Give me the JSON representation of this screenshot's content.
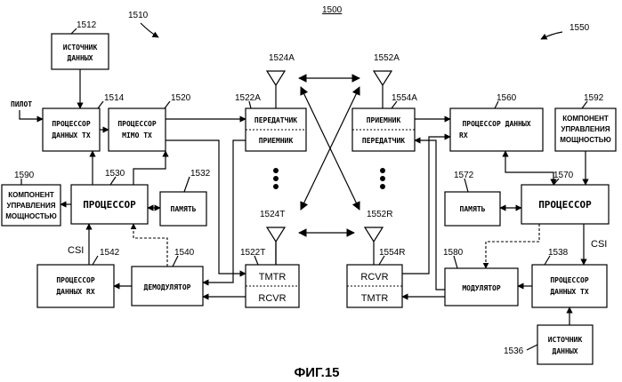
{
  "figure": {
    "system_ref": "1500",
    "left_station_ref": "1510",
    "right_station_ref": "1550",
    "caption": "ФИГ.15"
  },
  "left": {
    "data_source": {
      "ref": "1512",
      "line1": "ИСТОЧНИК",
      "line2": "ДАННЫХ"
    },
    "pilot_label": "ПИЛОТ",
    "tx_processor": {
      "ref": "1514",
      "line1": "ПРОЦЕССОР",
      "line2": "ДАННЫХ TX"
    },
    "mimo_processor": {
      "ref": "1520",
      "line1": "ПРОЦЕССОР",
      "line2": "MIMO TX"
    },
    "transceiver_1": {
      "ref": "1522A",
      "tx": "ПЕРЕДАТЧИК",
      "rx": "ПРИЕМНИК"
    },
    "antenna_1": "1524A",
    "processor": {
      "ref": "1530",
      "label": "ПРОЦЕССОР"
    },
    "memory": {
      "ref": "1532",
      "label": "ПАМЯТЬ"
    },
    "power_control": {
      "ref": "1590",
      "line1": "КОМПОНЕНТ",
      "line2": "УПРАВЛЕНИЯ",
      "line3": "МОЩНОСТЬЮ"
    },
    "csi_label": "CSI",
    "rx_processor": {
      "ref": "1542",
      "line1": "ПРОЦЕССОР",
      "line2": "ДАННЫХ RX"
    },
    "demodulator": {
      "ref": "1540",
      "label": "ДЕМОДУЛЯТОР"
    },
    "transceiver_t": {
      "ref": "1522T",
      "tmtr": "TMTR",
      "rcvr": "RCVR"
    },
    "antenna_t": "1524T"
  },
  "right": {
    "antenna_1": "1552A",
    "transceiver_1": {
      "ref": "1554A",
      "rx": "ПРИЕМНИК",
      "tx": "ПЕРЕДАТЧИК"
    },
    "rx_processor": {
      "ref": "1560",
      "line1": "ПРОЦЕССОР ДАННЫХ",
      "line2": "RX"
    },
    "power_control": {
      "ref": "1592",
      "line1": "КОМПОНЕНТ",
      "line2": "УПРАВЛЕНИЯ",
      "line3": "МОЩНОСТЬЮ"
    },
    "memory": {
      "ref": "1572",
      "label": "ПАМЯТЬ"
    },
    "processor": {
      "ref": "1570",
      "label": "ПРОЦЕССОР"
    },
    "csi_label": "CSI",
    "antenna_r": "1552R",
    "transceiver_r": {
      "ref": "1554R",
      "rcvr": "RCVR",
      "tmtr": "TMTR"
    },
    "modulator": {
      "ref": "1580",
      "label": "МОДУЛЯТОР"
    },
    "tx_processor": {
      "ref": "1538",
      "line1": "ПРОЦЕССОР",
      "line2": "ДАННЫХ TX"
    },
    "data_source": {
      "ref": "1536",
      "line1": "ИСТОЧНИК",
      "line2": "ДАННЫХ"
    }
  }
}
